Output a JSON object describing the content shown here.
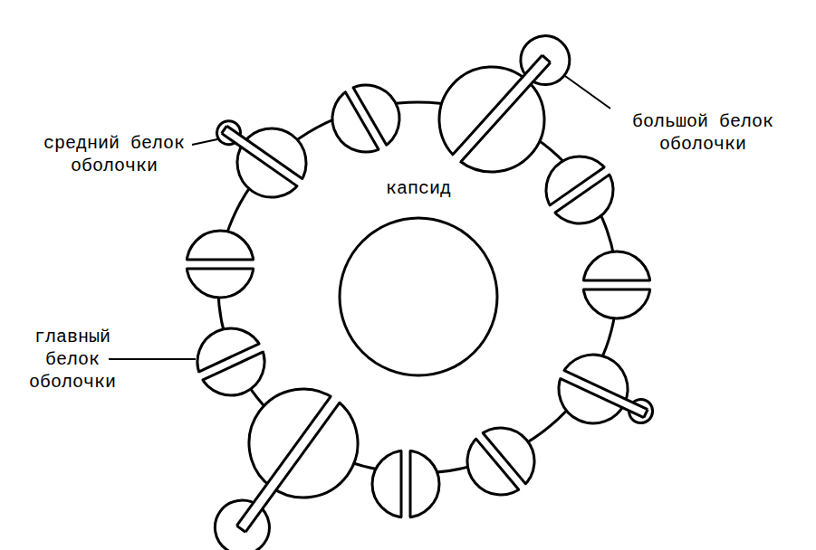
{
  "diagram": {
    "nodes": [
      {
        "text": [
          "капсид"
        ]
      }
    ],
    "labels": [
      "большой белок оболочки",
      "средний белок оболочки",
      "главный белок оболочки"
    ]
  }
}
